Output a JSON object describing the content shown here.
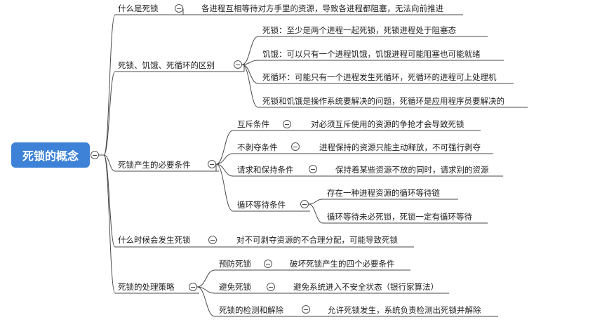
{
  "root": {
    "label": "死锁的概念"
  },
  "branches": [
    {
      "label": "什么是死锁",
      "children": [
        {
          "label": "各进程互相等待对方手里的资源，导致各进程都阻塞，无法向前推进",
          "children": []
        }
      ]
    },
    {
      "label": "死锁、饥饿、死循环的区别",
      "children": [
        {
          "label": "死锁：至少是两个进程一起死锁，死锁进程处于阻塞态",
          "children": []
        },
        {
          "label": "饥饿：可以只有一个进程饥饿，饥饿进程可能阻塞也可能就绪",
          "children": []
        },
        {
          "label": "死循环：可能只有一个进程发生死循环，死循环的进程可上处理机",
          "children": []
        },
        {
          "label": "死锁和饥饿是操作系统要解决的问题，死循环是应用程序员要解决的",
          "children": []
        }
      ]
    },
    {
      "label": "死锁产生的必要条件",
      "children": [
        {
          "label": "互斥条件",
          "children": [
            {
              "label": "对必须互斥使用的资源的争抢才会导致死锁"
            }
          ]
        },
        {
          "label": "不剥夺条件",
          "children": [
            {
              "label": "进程保持的资源只能主动释放，不可强行剥夺"
            }
          ]
        },
        {
          "label": "请求和保持条件",
          "children": [
            {
              "label": "保持着某些资源不放的同时，请求别的资源"
            }
          ]
        },
        {
          "label": "循环等待条件",
          "children": [
            {
              "label": "存在一种进程资源的循环等待链"
            },
            {
              "label": "循环等待未必死锁，死锁一定有循环等待"
            }
          ]
        }
      ]
    },
    {
      "label": "什么时候会发生死锁",
      "children": [
        {
          "label": "对不可剥夺资源的不合理分配，可能导致死锁",
          "children": []
        }
      ]
    },
    {
      "label": "死锁的处理策略",
      "children": [
        {
          "label": "预防死锁",
          "children": [
            {
              "label": "破坏死锁产生的四个必要条件"
            }
          ]
        },
        {
          "label": "避免死锁",
          "children": [
            {
              "label": "避免系统进入不安全状态（银行家算法）"
            }
          ]
        },
        {
          "label": "死锁的检测和解除",
          "children": [
            {
              "label": "允许死锁发生，系统负责检测出死锁并解除"
            }
          ]
        }
      ]
    }
  ],
  "colors": {
    "root_fill": "#3d82d6",
    "edge": "#4a4a4a",
    "background": "#ffffff"
  }
}
